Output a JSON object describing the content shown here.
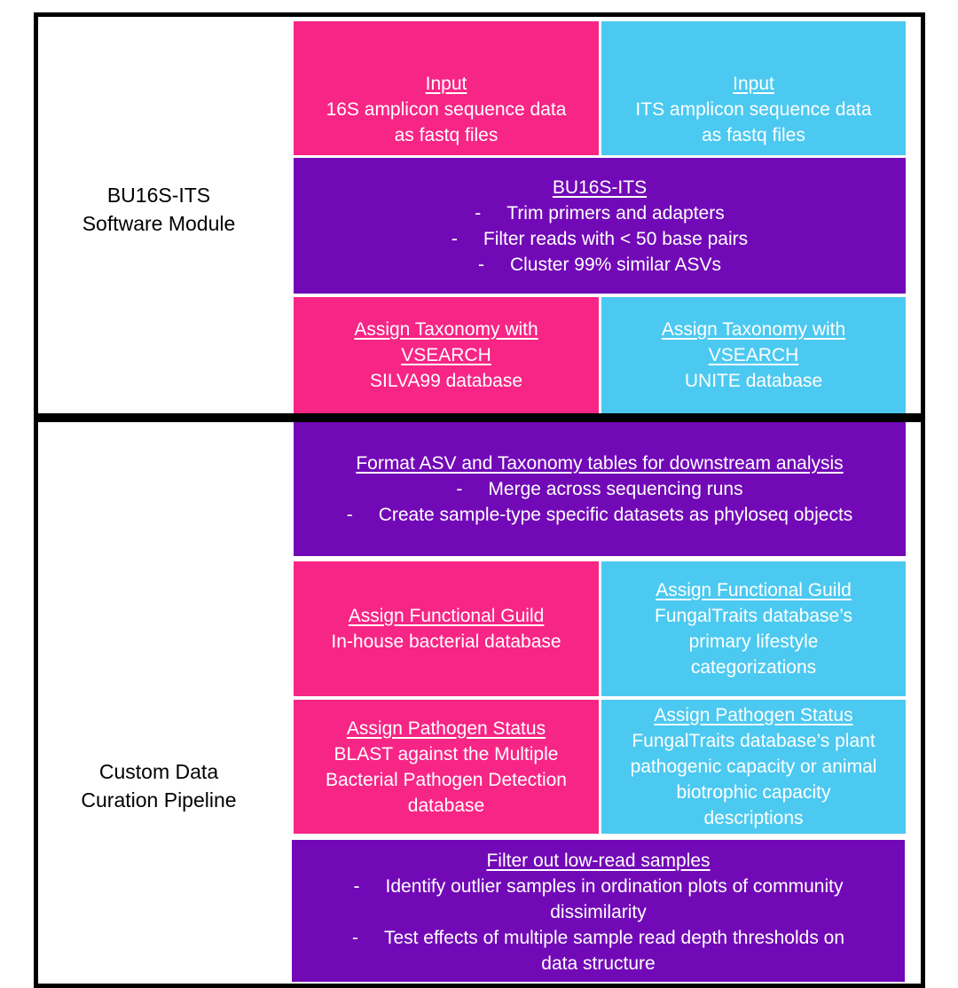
{
  "diagram": {
    "colors": {
      "bacterial": "#F72585",
      "fungal": "#4CC9F0",
      "shared": "#7209B7",
      "border": "#000000"
    },
    "sections": [
      {
        "label_lines": [
          "BU16S-ITS",
          "Software Module"
        ]
      },
      {
        "label_lines": [
          "Custom Data",
          "Curation Pipeline"
        ]
      }
    ],
    "boxes": {
      "input_16s": {
        "title": "Input",
        "lines": [
          "16S amplicon sequence data",
          "as fastq files"
        ]
      },
      "input_its": {
        "title": "Input",
        "lines": [
          "ITS amplicon sequence data",
          "as fastq files"
        ]
      },
      "bu16s": {
        "title": "BU16S-ITS",
        "bullets": [
          "Trim primers and adapters",
          "Filter reads with < 50 base pairs",
          "Cluster 99% similar ASVs"
        ]
      },
      "tax_16s": {
        "title_lines": [
          "Assign Taxonomy with",
          "VSEARCH"
        ],
        "lines": [
          "SILVA99 database"
        ]
      },
      "tax_its": {
        "title_lines": [
          "Assign Taxonomy with",
          "VSEARCH"
        ],
        "lines": [
          "UNITE database"
        ]
      },
      "format": {
        "title": "Format ASV and Taxonomy tables for downstream analysis",
        "bullets": [
          "Merge across sequencing runs",
          "Create sample-type specific datasets as phyloseq objects"
        ]
      },
      "guild_16s": {
        "title": "Assign Functional Guild",
        "lines": [
          "In-house bacterial database"
        ]
      },
      "guild_its": {
        "title": "Assign Functional Guild",
        "lines": [
          "FungalTraits database’s",
          "primary lifestyle",
          "categorizations"
        ]
      },
      "path_16s": {
        "title": "Assign Pathogen Status",
        "lines": [
          "BLAST against the Multiple",
          "Bacterial Pathogen Detection",
          "database"
        ]
      },
      "path_its": {
        "title": "Assign Pathogen Status",
        "lines": [
          "FungalTraits database’s plant",
          "pathogenic capacity or animal",
          "biotrophic capacity",
          "descriptions"
        ]
      },
      "filter": {
        "title": "Filter out low-read samples",
        "bullet1": "Identify outlier samples in ordination plots of community",
        "bullet1_cont": "dissimilarity",
        "bullet2": "Test effects of multiple sample read depth thresholds on",
        "bullet2_cont": "data structure"
      }
    },
    "bullet_dash": "-"
  }
}
